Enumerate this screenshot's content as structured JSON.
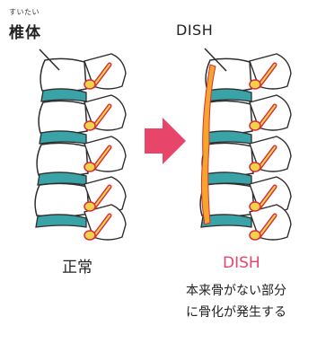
{
  "left": {
    "ruby": "すいたい",
    "title": "椎体",
    "caption": "正常"
  },
  "right": {
    "title": "DISH",
    "caption": "DISH",
    "note_lines": [
      "本来骨がない部分",
      "に骨化が発生する"
    ]
  },
  "colors": {
    "bone_fill": "#ffffff",
    "bone_outline": "#2e2e2e",
    "disc": "#3aa3a8",
    "joint_red": "#d62e3a",
    "joint_yellow": "#f1d24a",
    "ossification": "#f4a52a",
    "arrow": "#e8456b",
    "dish_caption": "#e8456b"
  },
  "icons": {
    "arrow": "right-arrow-icon"
  }
}
